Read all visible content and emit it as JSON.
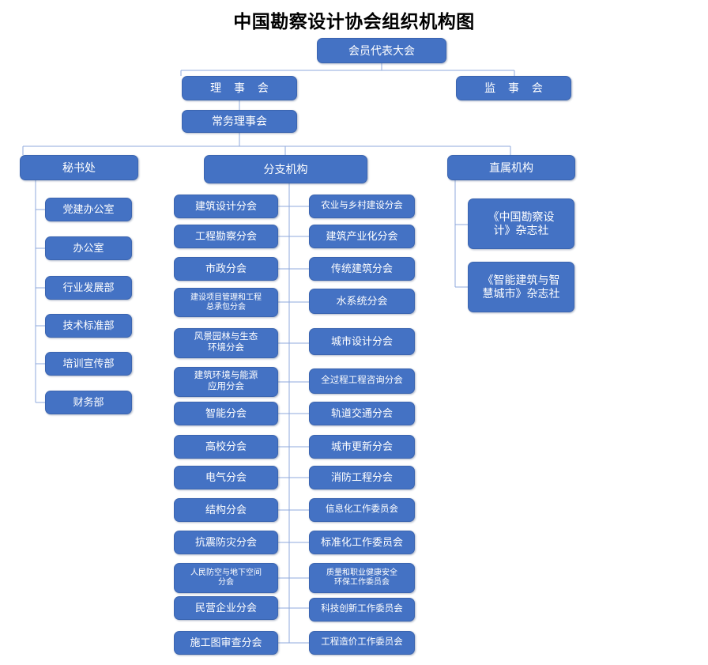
{
  "title": "中国勘察设计协会组织机构图",
  "colors": {
    "box_fill": "#4472C4",
    "box_border": "#3B65B0",
    "box_text": "#FFFFFF",
    "connector": "#8FAADC",
    "title_text": "#000000",
    "background": "#FFFFFF"
  },
  "chart_data": {
    "type": "diagram",
    "diagram_type": "organization-chart",
    "title": "中国勘察设计协会组织机构图",
    "root": "会员代表大会",
    "nodes": [
      {
        "id": "n0",
        "label": "会员代表大会",
        "level": 0
      },
      {
        "id": "n1",
        "label": "理 事 会",
        "level": 1,
        "parent": "n0"
      },
      {
        "id": "n2",
        "label": "监 事 会",
        "level": 1,
        "parent": "n0"
      },
      {
        "id": "n3",
        "label": "常务理事会",
        "level": 2,
        "parent": "n1"
      },
      {
        "id": "n4",
        "label": "秘书处",
        "level": 3,
        "parent": "n3"
      },
      {
        "id": "n5",
        "label": "分支机构",
        "level": 3,
        "parent": "n3"
      },
      {
        "id": "n6",
        "label": "直属机构",
        "level": 3,
        "parent": "n3"
      }
    ]
  },
  "top": {
    "assembly": "会员代表大会",
    "council": "理 事 会",
    "supervisory": "监 事 会",
    "standing_council": "常务理事会"
  },
  "secretariat": {
    "header": "秘书处",
    "items": [
      {
        "label": "党建办公室"
      },
      {
        "label": "办公室"
      },
      {
        "label": "行业发展部"
      },
      {
        "label": "技术标准部"
      },
      {
        "label": "培训宣传部"
      },
      {
        "label": "财务部"
      }
    ]
  },
  "branches": {
    "header": "分支机构",
    "left_items": [
      {
        "label": "建筑设计分会",
        "lines": 1
      },
      {
        "label": "工程勘察分会",
        "lines": 1
      },
      {
        "label": "市政分会",
        "lines": 1
      },
      {
        "label": "建设项目管理和工程\n总承包分会",
        "lines": 2
      },
      {
        "label": "风景园林与生态\n环境分会",
        "lines": 2
      },
      {
        "label": "建筑环境与能源\n应用分会",
        "lines": 2
      },
      {
        "label": "智能分会",
        "lines": 1
      },
      {
        "label": "高校分会",
        "lines": 1
      },
      {
        "label": "电气分会",
        "lines": 1
      },
      {
        "label": "结构分会",
        "lines": 1
      },
      {
        "label": "抗震防灾分会",
        "lines": 1
      },
      {
        "label": "人民防空与地下空间\n分会",
        "lines": 2
      },
      {
        "label": "民营企业分会",
        "lines": 1
      },
      {
        "label": "施工图审查分会",
        "lines": 1
      }
    ],
    "right_items": [
      {
        "label": "农业与乡村建设分会",
        "lines": 1
      },
      {
        "label": "建筑产业化分会",
        "lines": 1
      },
      {
        "label": "传统建筑分会",
        "lines": 1
      },
      {
        "label": "水系统分会",
        "lines": 1
      },
      {
        "label": "城市设计分会",
        "lines": 1
      },
      {
        "label": "全过程工程咨询分会",
        "lines": 1
      },
      {
        "label": "轨道交通分会",
        "lines": 1
      },
      {
        "label": "城市更新分会",
        "lines": 1
      },
      {
        "label": "消防工程分会",
        "lines": 1
      },
      {
        "label": "信息化工作委员会",
        "lines": 1
      },
      {
        "label": "标准化工作委员会",
        "lines": 1
      },
      {
        "label": "质量和职业健康安全\n环保工作委员会",
        "lines": 2
      },
      {
        "label": "科技创新工作委员会",
        "lines": 1
      },
      {
        "label": "工程造价工作委员会",
        "lines": 1
      }
    ]
  },
  "affiliates": {
    "header": "直属机构",
    "items": [
      {
        "label": "《中国勘察设\n计》杂志社"
      },
      {
        "label": "《智能建筑与智\n慧城市》杂志社"
      }
    ]
  }
}
